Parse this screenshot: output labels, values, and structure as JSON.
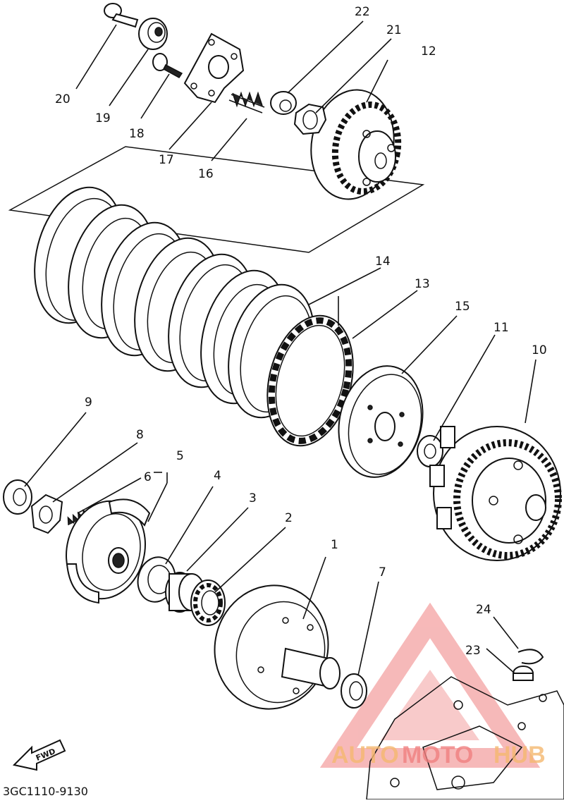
{
  "callouts": [
    {
      "number": "1"
    },
    {
      "number": "2"
    },
    {
      "number": "3"
    },
    {
      "number": "4"
    },
    {
      "number": "5"
    },
    {
      "number": "6"
    },
    {
      "number": "7"
    },
    {
      "number": "8"
    },
    {
      "number": "9"
    },
    {
      "number": "10"
    },
    {
      "number": "11"
    },
    {
      "number": "12"
    },
    {
      "number": "13"
    },
    {
      "number": "14"
    },
    {
      "number": "15"
    },
    {
      "number": "16"
    },
    {
      "number": "17"
    },
    {
      "number": "18"
    },
    {
      "number": "19"
    },
    {
      "number": "20"
    },
    {
      "number": "21"
    },
    {
      "number": "22"
    },
    {
      "number": "23"
    },
    {
      "number": "24"
    }
  ],
  "fwd_label": "FWD",
  "diagram_code": "3GC1110-9130",
  "watermark": {
    "part1": "AUTO",
    "part2": "MOTO",
    "part3": "HUB",
    "color": "#f08080",
    "accent": "#f5b870"
  }
}
